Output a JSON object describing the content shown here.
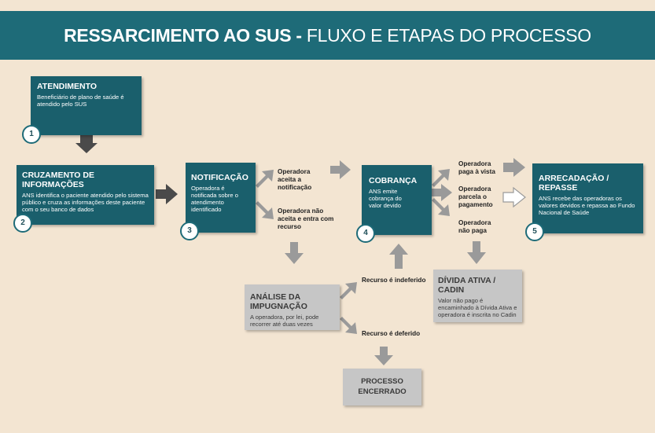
{
  "title": {
    "bold": "RESSARCIMENTO AO SUS - ",
    "light": "FLUXO E ETAPAS DO PROCESSO"
  },
  "steps": {
    "atendimento": {
      "title": "ATENDIMENTO",
      "desc": "Beneficiário de plano de saúde é atendido pelo SUS",
      "num": "1"
    },
    "cruzamento": {
      "title": "CRUZAMENTO DE INFORMAÇÕES",
      "desc": "ANS identifica o paciente atendido pelo sistema público e cruza as informações deste paciente com o seu banco de dados",
      "num": "2"
    },
    "notificacao": {
      "title": "NOTIFICAÇÃO",
      "desc": "Operadora é notificada sobre o atendimento identificado",
      "num": "3"
    },
    "cobranca": {
      "title": "COBRANÇA",
      "desc": "ANS emite cobrança do valor devido",
      "num": "4"
    },
    "arrecadacao": {
      "title": "ARRECADAÇÃO / REPASSE",
      "desc": "ANS recebe das operadoras os valores devidos e repassa ao Fundo Nacional de Saúde",
      "num": "5"
    },
    "impugnacao": {
      "title": "ANÁLISE DA IMPUGNAÇÃO",
      "desc": "A operadora, por lei, pode recorrer até duas vezes"
    },
    "divida": {
      "title": "DÍVIDA ATIVA / CADIN",
      "desc": "Valor não pago é encaminhado à Dívida Ativa e operadora é inscrita no Cadin"
    },
    "encerrado": {
      "title": "PROCESSO ENCERRADO"
    }
  },
  "labels": {
    "aceita": "Operadora aceita a notificação",
    "nao_aceita": "Operadora não aceita e entra com recurso",
    "avista": "Operadora paga à vista",
    "parcela": "Operadora parcela o pagamento",
    "nao_paga": "Operadora não paga",
    "indeferido": "Recurso é indeferido",
    "deferido": "Recurso é deferido"
  },
  "colors": {
    "header": "#1e6b78",
    "box": "#1a5f6c",
    "gray_box": "#c6c6c6",
    "arrow": "#9a9a9a",
    "dark_arrow": "#4a4a4a",
    "background": "#f3e5d2"
  }
}
